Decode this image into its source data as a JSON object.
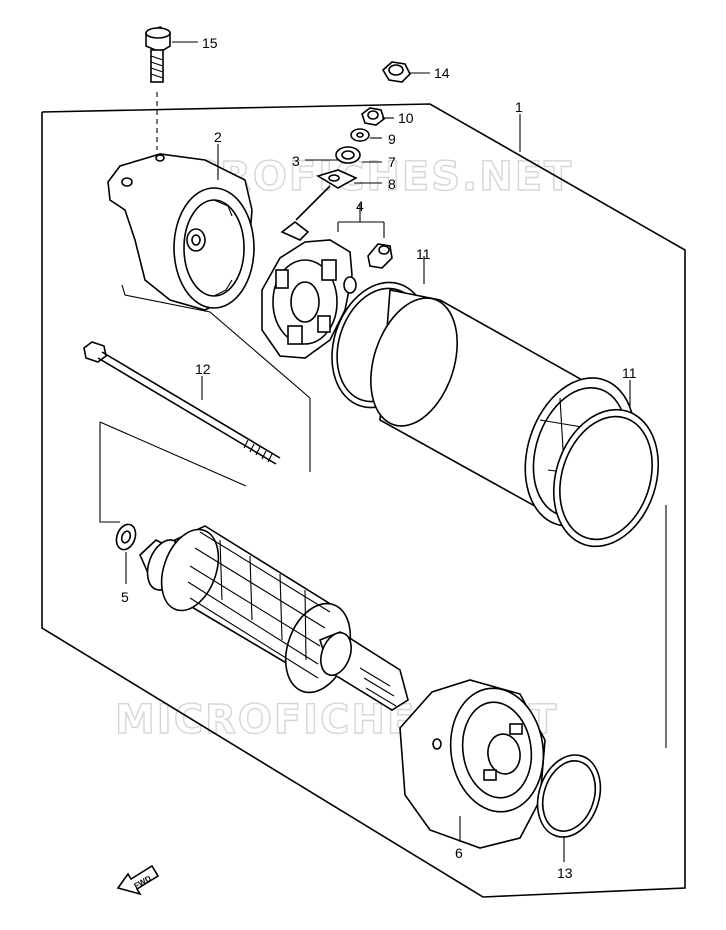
{
  "watermarks": [
    "MICROFICHES.NET",
    "MICROFICHES.NET"
  ],
  "labels": {
    "p1": "1",
    "p2": "2",
    "p3": "3",
    "p4": "4",
    "p5": "5",
    "p6": "6",
    "p7": "7",
    "p8": "8",
    "p9": "9",
    "p10": "10",
    "p11a": "11",
    "p11b": "11",
    "p12": "12",
    "p13": "13",
    "p14": "14",
    "p15": "15"
  },
  "fwd_badge": "FWD"
}
